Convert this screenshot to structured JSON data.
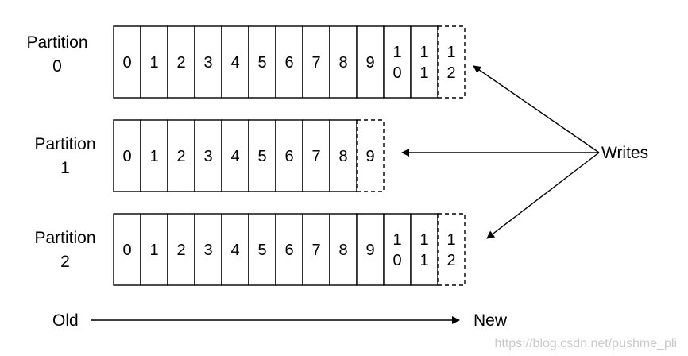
{
  "partitions": [
    {
      "label_line1": "Partition",
      "label_line2": "0",
      "cells": [
        "0",
        "1",
        "2",
        "3",
        "4",
        "5",
        "6",
        "7",
        "8",
        "9",
        "10",
        "11",
        "12"
      ],
      "pending_cells": 1
    },
    {
      "label_line1": "Partition",
      "label_line2": "1",
      "cells": [
        "0",
        "1",
        "2",
        "3",
        "4",
        "5",
        "6",
        "7",
        "8",
        "9"
      ],
      "pending_cells": 1
    },
    {
      "label_line1": "Partition",
      "label_line2": "2",
      "cells": [
        "0",
        "1",
        "2",
        "3",
        "4",
        "5",
        "6",
        "7",
        "8",
        "9",
        "10",
        "11",
        "12"
      ],
      "pending_cells": 1
    }
  ],
  "writes_label": "Writes",
  "timeline": {
    "old_label": "Old",
    "new_label": "New"
  },
  "watermark": "https://blog.csdn.net/pushme_pli"
}
